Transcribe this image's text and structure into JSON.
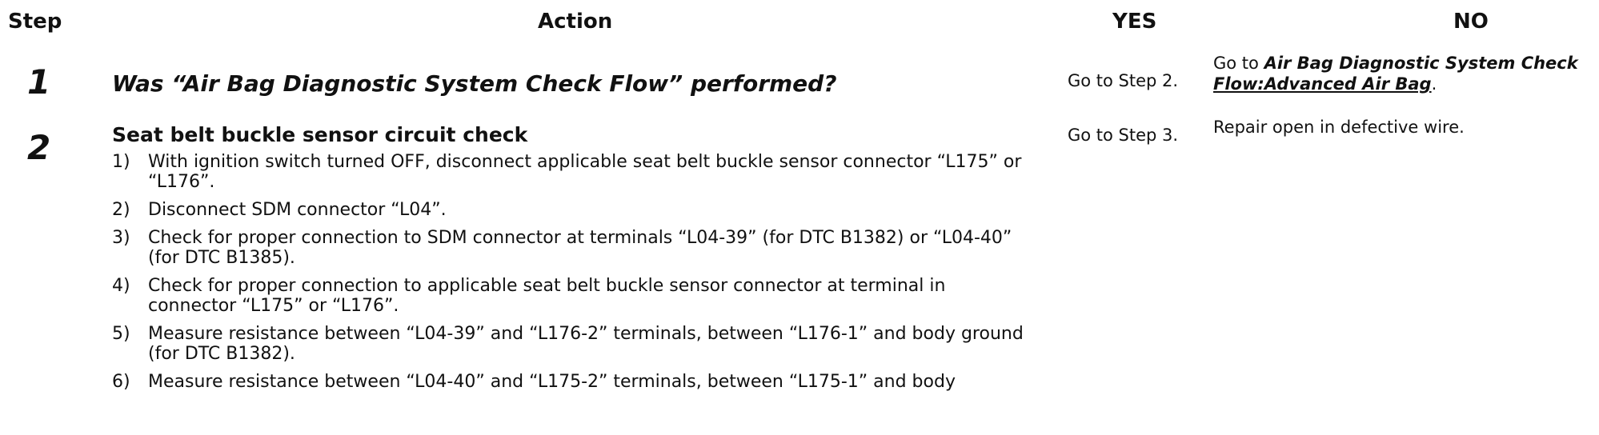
{
  "headers": {
    "step": "Step",
    "action": "Action",
    "yes": "YES",
    "no": "NO"
  },
  "rows": [
    {
      "number": "1",
      "action": "Was “Air Bag Diagnostic System Check Flow” performed?",
      "yes": "Go to Step 2.",
      "no": {
        "prefix": "Go to ",
        "emphasis": "Air Bag Diagnostic System Check",
        "link": "Flow:Advanced Air Bag",
        "suffix": "."
      }
    },
    {
      "number": "2",
      "title": "Seat belt buckle sensor circuit check",
      "yes": "Go to Step 3.",
      "no": "Repair open in defective wire.",
      "steps": [
        {
          "n": "1)",
          "text": "With ignition switch turned OFF, disconnect applicable seat belt buckle sensor connector “L175” or “L176”."
        },
        {
          "n": "2)",
          "text": "Disconnect SDM connector “L04”."
        },
        {
          "n": "3)",
          "text": "Check for proper connection to SDM connector at terminals “L04-39” (for DTC B1382) or “L04-40” (for DTC B1385)."
        },
        {
          "n": "4)",
          "text": "Check for proper connection to applicable seat belt buckle sensor connector at terminal in connector “L175” or “L176”."
        },
        {
          "n": "5)",
          "text": "Measure resistance between “L04-39” and “L176-2” terminals, between “L176-1” and body ground (for DTC B1382)."
        },
        {
          "n": "6)",
          "text": "Measure resistance between “L04-40” and “L175-2” terminals, between “L175-1” and body"
        }
      ]
    }
  ]
}
